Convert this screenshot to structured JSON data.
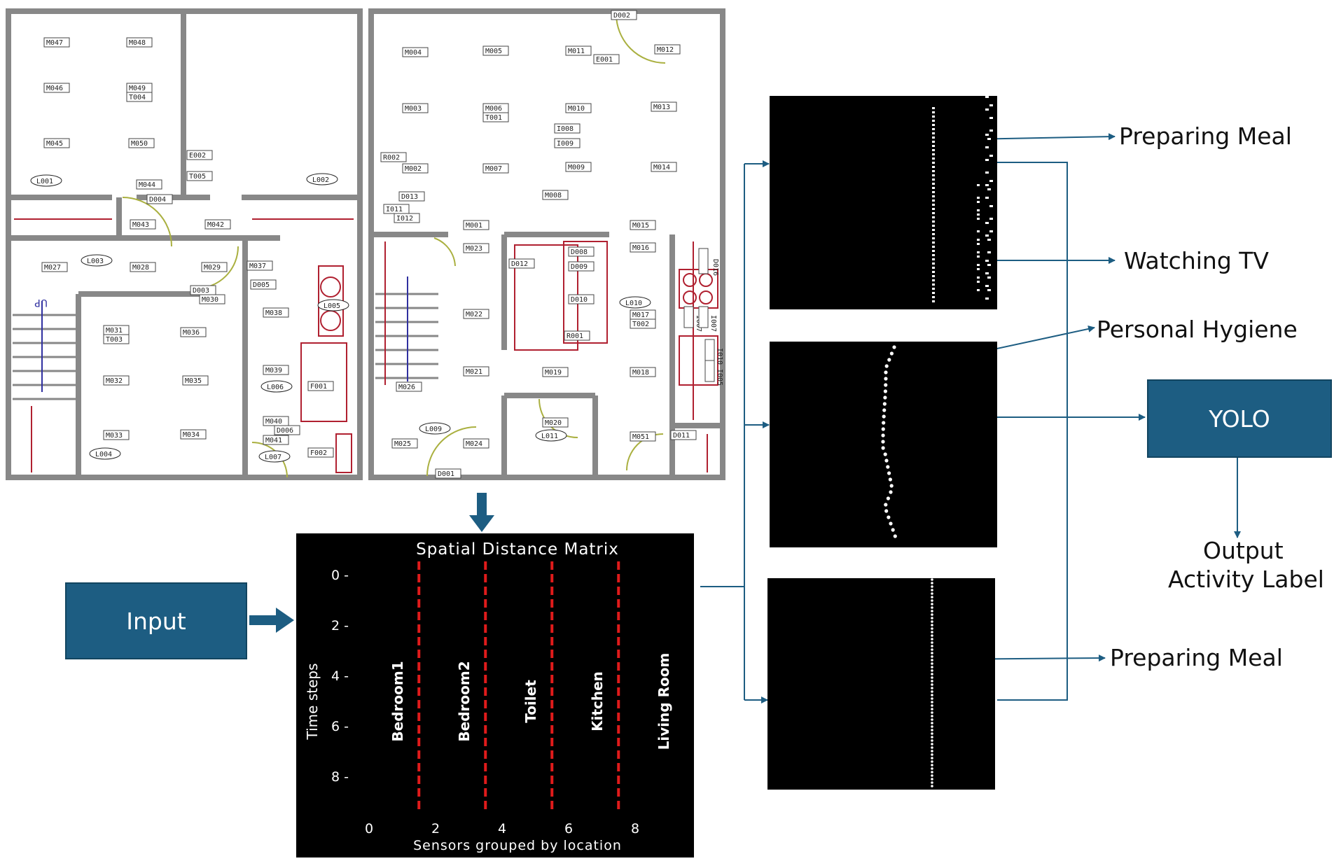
{
  "floorplan": {
    "left_plan": {
      "sensor_tags": [
        "M047",
        "M048",
        "M046",
        "M049",
        "T004",
        "M045",
        "M050",
        "E002",
        "T005",
        "M044",
        "D004",
        "M043",
        "M042",
        "M027",
        "M028",
        "M029",
        "M037",
        "D005",
        "D003",
        "M030",
        "M038",
        "M031",
        "T003",
        "M036",
        "M039",
        "M032",
        "M035",
        "M040",
        "D006",
        "M041",
        "M033",
        "M034",
        "F001",
        "F002"
      ],
      "circle_tags": [
        "L001",
        "L002",
        "L003",
        "L005",
        "L006",
        "L004",
        "L007"
      ],
      "stair_label": "UP"
    },
    "right_plan": {
      "sensor_tags": [
        "D002",
        "M004",
        "M005",
        "M011",
        "E001",
        "M012",
        "M003",
        "M006",
        "T001",
        "M010",
        "M013",
        "I008",
        "I009",
        "R002",
        "M002",
        "M007",
        "M009",
        "M014",
        "D013",
        "M008",
        "I011",
        "I012",
        "M001",
        "M015",
        "M023",
        "D012",
        "D008",
        "M016",
        "D016",
        "D009",
        "D010",
        "M022",
        "M017",
        "T002",
        "I007",
        "I007",
        "I010",
        "I005",
        "R001",
        "M021",
        "M019",
        "M018",
        "M026",
        "M020",
        "M025",
        "M024",
        "M051",
        "D011",
        "D001"
      ],
      "circle_tags": [
        "L010",
        "L009",
        "L011"
      ]
    }
  },
  "matrix": {
    "title": "Spatial Distance Matrix",
    "xlabel": "Sensors grouped by location",
    "ylabel": "Time steps",
    "xticks": [
      "0",
      "2",
      "4",
      "6",
      "8"
    ],
    "yticks": [
      "0 -",
      "2 -",
      "4 -",
      "6 -",
      "8 -"
    ],
    "rooms": [
      "Bedroom1",
      "Bedroom2",
      "Toilet",
      "Kitchen",
      "Living Room"
    ],
    "divider_color": "#e01b1b"
  },
  "chart_data": {
    "type": "heatmap",
    "title": "Spatial Distance Matrix",
    "xlabel": "Sensors grouped by location",
    "ylabel": "Time steps",
    "xlim": [
      0,
      9.5
    ],
    "ylim": [
      9.5,
      0
    ],
    "x_ticks": [
      0,
      2,
      4,
      6,
      8
    ],
    "y_ticks": [
      0,
      2,
      4,
      6,
      8
    ],
    "dividers_x": [
      1.5,
      3.5,
      5.5,
      7.5
    ],
    "groups": [
      "Bedroom1",
      "Bedroom2",
      "Toilet",
      "Kitchen",
      "Living Room"
    ]
  },
  "input_box": {
    "label": "Input"
  },
  "yolo_box": {
    "label": "YOLO"
  },
  "output": {
    "line1": "Output",
    "line2": "Activity Label"
  },
  "activity_labels": {
    "a1": "Preparing Meal",
    "a2": "Watching TV",
    "a3": "Personal Hygiene",
    "a4": "Preparing Meal"
  },
  "colors": {
    "box_fill": "#1d5d82",
    "arrow": "#1d5d82",
    "panel_bg": "#000000",
    "dot": "#ffffff"
  }
}
